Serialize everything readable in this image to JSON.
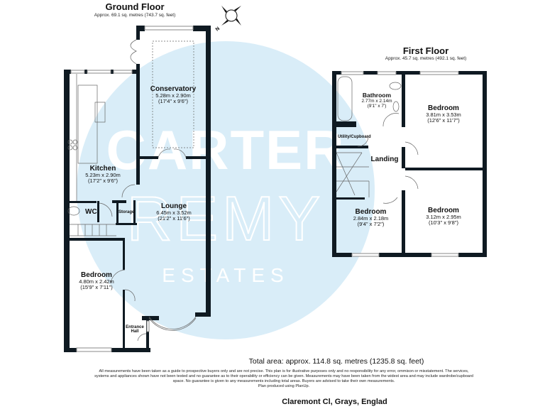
{
  "ground_floor": {
    "title": "Ground Floor",
    "area": "Approx. 69.1 sq. metres (743.7 sq. feet)",
    "rooms": [
      {
        "name": "Conservatory",
        "metric": "5.28m x 2.90m",
        "imperial": "(17'4\" x 9'6\")"
      },
      {
        "name": "Kitchen",
        "metric": "5.23m x 2.90m",
        "imperial": "(17'2\" x 9'6\")"
      },
      {
        "name": "Lounge",
        "metric": "6.45m x 3.52m",
        "imperial": "(21'2\" x 11'6\")"
      },
      {
        "name": "Bedroom",
        "metric": "4.80m x 2.42m",
        "imperial": "(15'9\" x 7'11\")"
      }
    ],
    "small_rooms": {
      "wc": "WC",
      "storage": "Storage",
      "entrance_hall_line1": "Entrance",
      "entrance_hall_line2": "Hall"
    }
  },
  "first_floor": {
    "title": "First Floor",
    "area": "Approx. 45.7 sq. metres (492.1 sq. feet)",
    "rooms": [
      {
        "name": "Bathroom",
        "metric": "2.77m x 2.14m",
        "imperial": "(9'1\" x 7')"
      },
      {
        "name": "Bedroom",
        "metric": "3.81m x 3.53m",
        "imperial": "(12'6\" x 11'7\")"
      },
      {
        "name": "Bedroom",
        "metric": "2.84m x 2.18m",
        "imperial": "(9'4\" x 7'2\")"
      },
      {
        "name": "Bedroom",
        "metric": "3.12m x 2.95m",
        "imperial": "(10'3\" x 9'8\")"
      }
    ],
    "small_rooms": {
      "utility": "Utility/Cupboard",
      "landing": "Landing"
    }
  },
  "watermark": {
    "line1": "CARTER",
    "line2": "REMY",
    "line3": "ESTATES"
  },
  "compass": {
    "label": "N"
  },
  "footer": {
    "total_area": "Total area: approx. 114.8 sq. metres (1235.8 sq. feet)",
    "disclaimer": "All measurements have been taken as a guide to prospective buyers only and are not precise. This plan is for illustrative purposes only and no responsibility for any error, ommison or misstatement. The services, systems and appliances shown have not been tested and no guarantee as to their operability or efficiency can be given. Measurements may have been taken from the widest area and may include wardrobe/cupboard space. No guarantee is given to any measurements including total areas. Buyers are advised to take their own measurements.",
    "produced_by": "Plan produced using PlanUp.",
    "address": "Claremont Cl, Grays, Englad"
  },
  "colors": {
    "watermark_fill": "#d6ebf7",
    "wall": "#0f1a22",
    "window": "#9a9a9a"
  }
}
